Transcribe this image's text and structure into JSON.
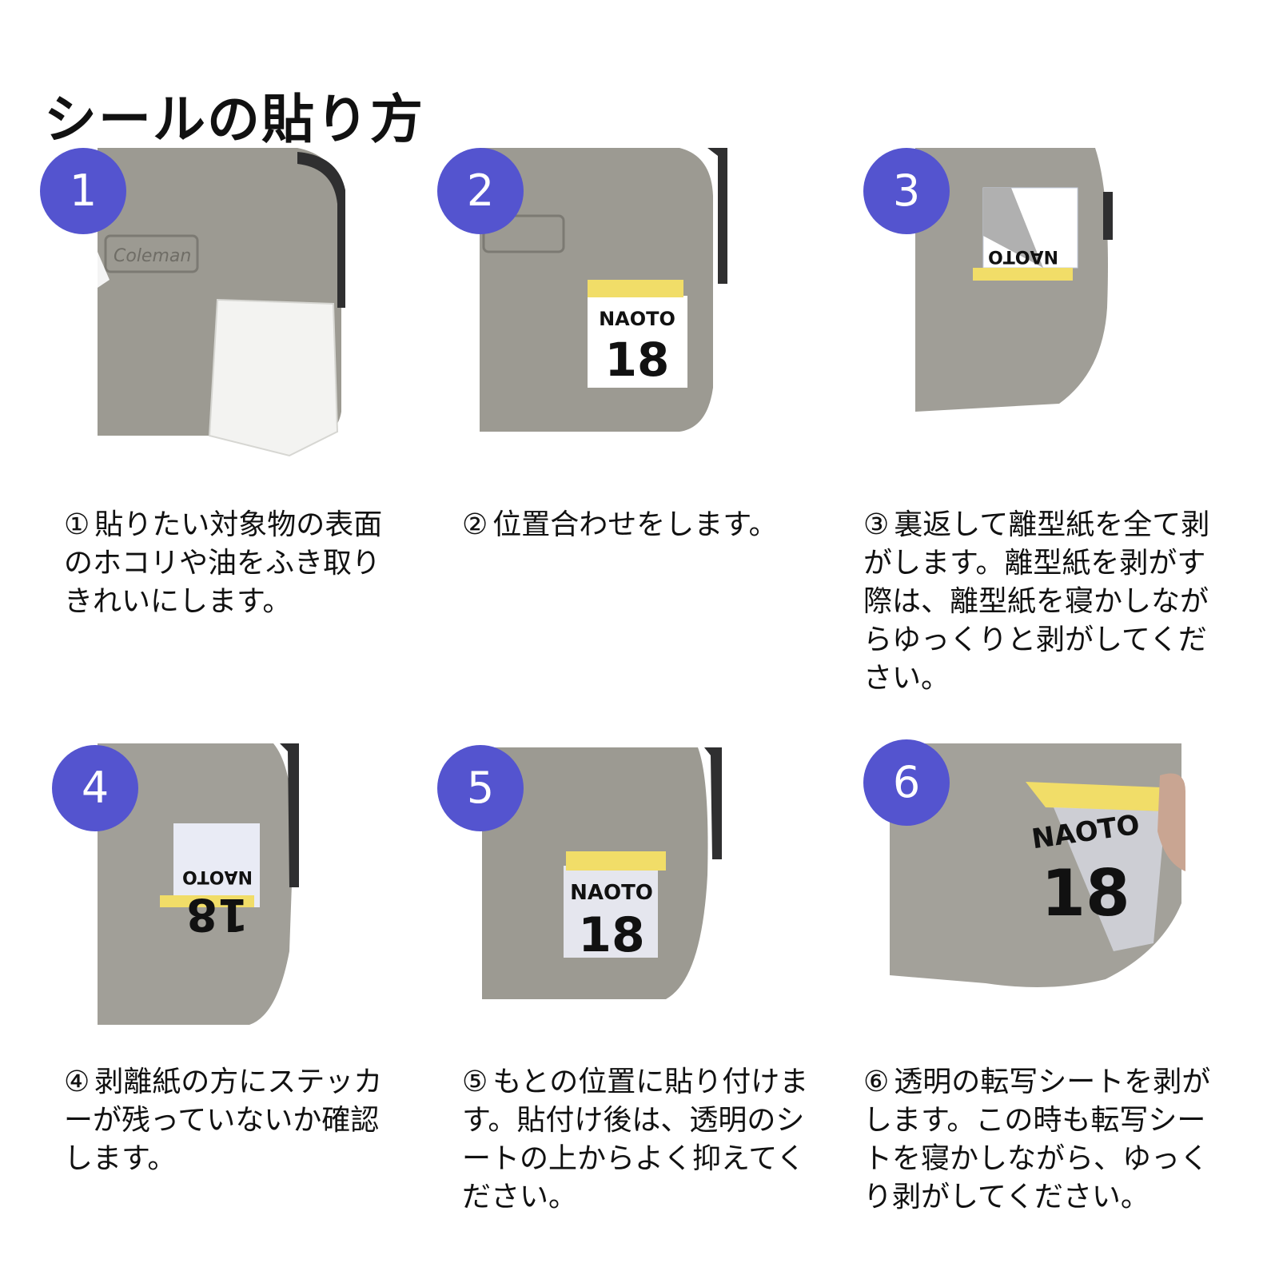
{
  "title": "シールの貼り方",
  "steps": [
    {
      "number": "1",
      "marker": "①",
      "text": "貼りたい対象物の表面のホコリや油をふき取りきれいにします。"
    },
    {
      "number": "2",
      "marker": "②",
      "text": "位置合わせをします。"
    },
    {
      "number": "3",
      "marker": "③",
      "text": "裏返して離型紙を全て剥がします。離型紙を剥がす際は、離型紙を寝かしながらゆっくりと剥がしてください。"
    },
    {
      "number": "4",
      "marker": "④",
      "text": "剥離紙の方にステッカーが残っていないか確認します。"
    },
    {
      "number": "5",
      "marker": "⑤",
      "text": "もとの位置に貼り付けます。貼付け後は、透明のシートの上からよく抑えてください。"
    },
    {
      "number": "6",
      "marker": "⑥",
      "text": "透明の転写シートを剥がします。この時も転写シートを寝かしながら、ゆっくり剥がしてください。"
    }
  ],
  "sticker": {
    "name": "NAOTO",
    "number": "18"
  },
  "brand": "Coleman",
  "colors": {
    "badge": "#5454cf",
    "cooler": "#9c9a92",
    "tape": "#f1dd68"
  }
}
